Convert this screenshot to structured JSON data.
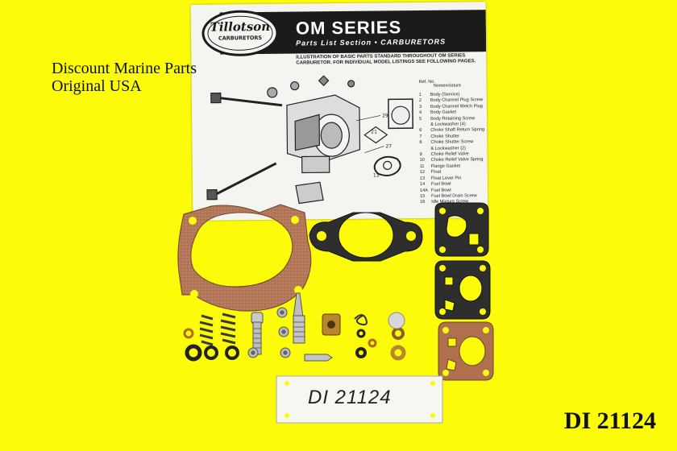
{
  "overlay": {
    "line1": "Discount Marine Parts",
    "line2": "Original USA",
    "product_code": "DI 21124"
  },
  "sheet": {
    "logo_text": "Tillotson",
    "logo_sub": "CARBURETORS",
    "title": "OM SERIES",
    "subtitle": "Parts List Section • CARBURETORS",
    "description": "ILLUSTRATION OF BASIC PARTS STANDARD THROUGHOUT OM SERIES CARBURETOR. FOR INDIVIDUAL MODEL LISTINGS SEE FOLLOWING PAGES.",
    "ref_header": "Ref. No.",
    "ref_header2": "Nomenclature",
    "parts_list": [
      {
        "n": "1",
        "name": "Body (Service)"
      },
      {
        "n": "2",
        "name": "Body Channel Plug Screw"
      },
      {
        "n": "3",
        "name": "Body Channel Welch Plug"
      },
      {
        "n": "4",
        "name": "Body Gasket"
      },
      {
        "n": "5",
        "name": "Body Retaining Screw"
      },
      {
        "n": "",
        "name": "& Lockwasher (4)"
      },
      {
        "n": "6",
        "name": "Choke Shaft Return Spring"
      },
      {
        "n": "7",
        "name": "Choke Shutter"
      },
      {
        "n": "8",
        "name": "Choke Shutter Screw"
      },
      {
        "n": "",
        "name": "& Lockwasher (2)"
      },
      {
        "n": "9",
        "name": "Choke Relief Valve"
      },
      {
        "n": "10",
        "name": "Choke Relief Valve Spring"
      },
      {
        "n": "11",
        "name": "Flange Gasket"
      },
      {
        "n": "12",
        "name": "Float"
      },
      {
        "n": "13",
        "name": "Float Lever Pin"
      },
      {
        "n": "14",
        "name": "Fuel Bowl"
      },
      {
        "n": "14A",
        "name": "Fuel Bowl"
      },
      {
        "n": "15",
        "name": "Fuel Bowl Drain Screw"
      },
      {
        "n": "16",
        "name": "Idle Mixture Screw"
      }
    ]
  },
  "tag": {
    "handwritten": "DI 21124"
  },
  "colors": {
    "background": "#fbfb0a",
    "cork_gasket": "#b5795a",
    "paper_gasket": "#b0704e",
    "black_gasket": "#2a2a2a"
  }
}
